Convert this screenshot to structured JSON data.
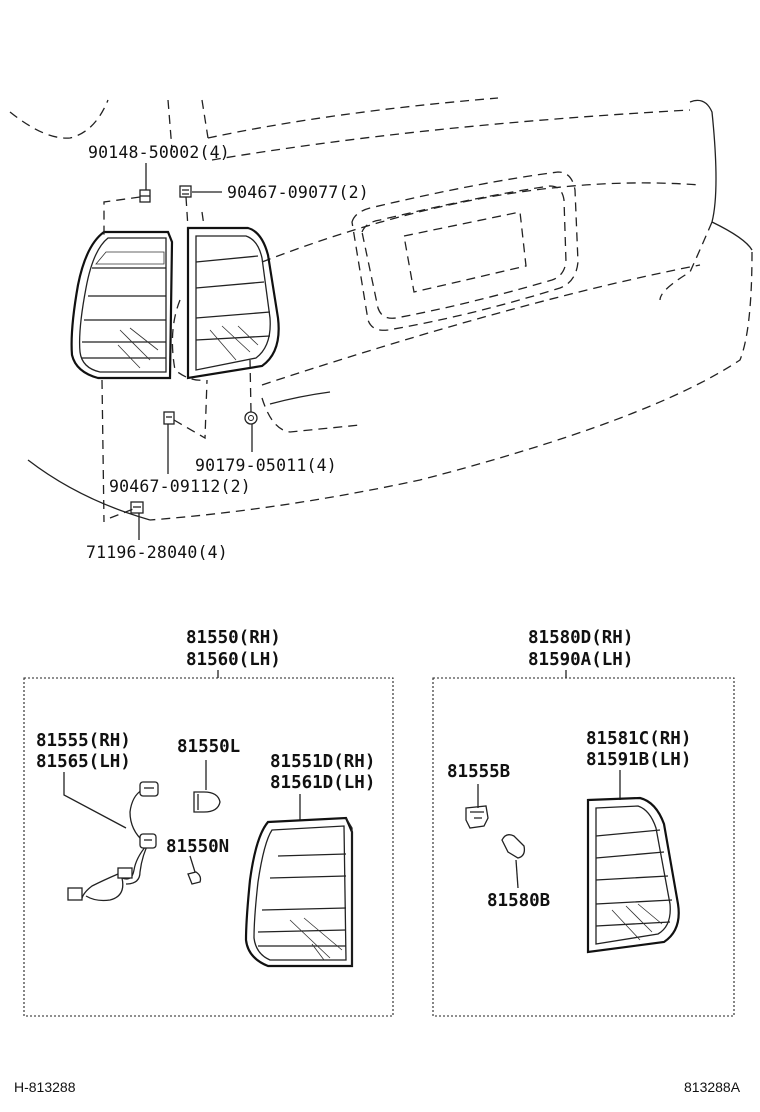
{
  "upper_callouts": [
    "90148-50002(4)",
    "90467-09077(2)",
    "90179-05011(4)",
    "90467-09112(2)",
    "71196-28040(4)"
  ],
  "left_box": {
    "header_lines": [
      "81550(RH)",
      "81560(LH)"
    ],
    "parts": {
      "socket": [
        "81555(RH)",
        "81565(LH)"
      ],
      "bulb": "81550L",
      "small_bulb": "81550N",
      "lens": [
        "81551D(RH)",
        "81561D(LH)"
      ]
    }
  },
  "right_box": {
    "header_lines": [
      "81580D(RH)",
      "81590A(LH)"
    ],
    "parts": {
      "socket": "81555B",
      "bulb": "81580B",
      "lens": [
        "81581C(RH)",
        "81591B(LH)"
      ]
    }
  },
  "footer": {
    "left_code": "H-813288",
    "right_code": "813288A"
  }
}
